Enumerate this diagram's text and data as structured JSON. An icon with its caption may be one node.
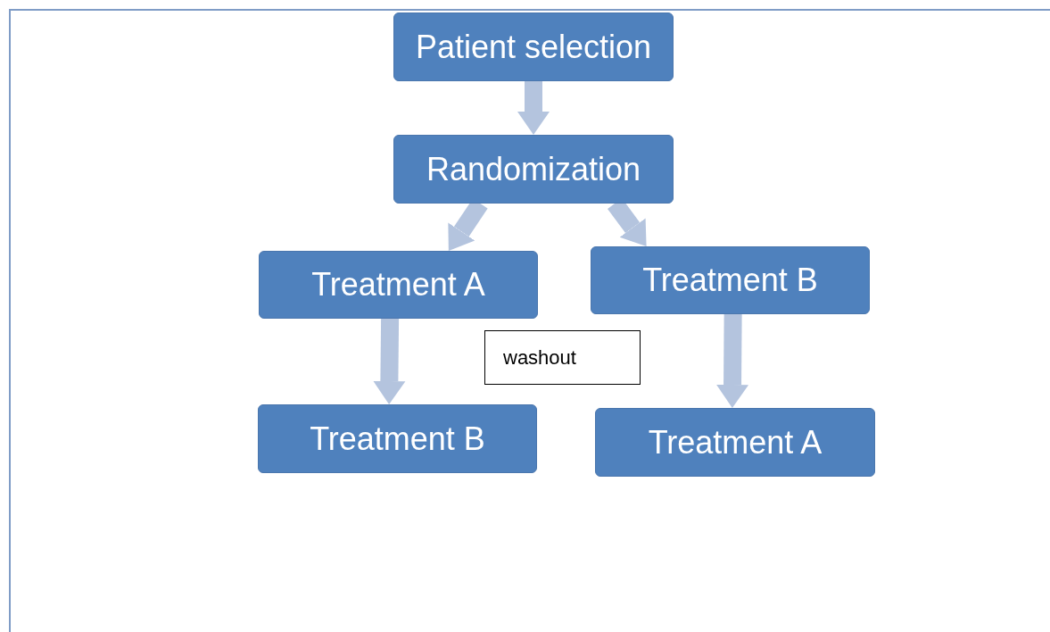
{
  "diagram": {
    "nodes": [
      {
        "text": [
          "Patient selection"
        ]
      },
      {
        "text": [
          "Randomization"
        ]
      },
      {
        "text": [
          "Treatment A"
        ]
      },
      {
        "text": [
          "Treatment B"
        ]
      },
      {
        "text": [
          "Treatment B"
        ]
      },
      {
        "text": [
          "Treatment A"
        ]
      },
      {
        "text": [
          "washout"
        ]
      }
    ],
    "edges": [
      {
        "from": 0,
        "to": 1,
        "arrow": "to"
      },
      {
        "from": 1,
        "to": 2,
        "arrow": "to"
      },
      {
        "from": 1,
        "to": 3,
        "arrow": "to"
      },
      {
        "from": 2,
        "to": 4,
        "arrow": "to"
      },
      {
        "from": 3,
        "to": 5,
        "arrow": "to"
      }
    ]
  }
}
